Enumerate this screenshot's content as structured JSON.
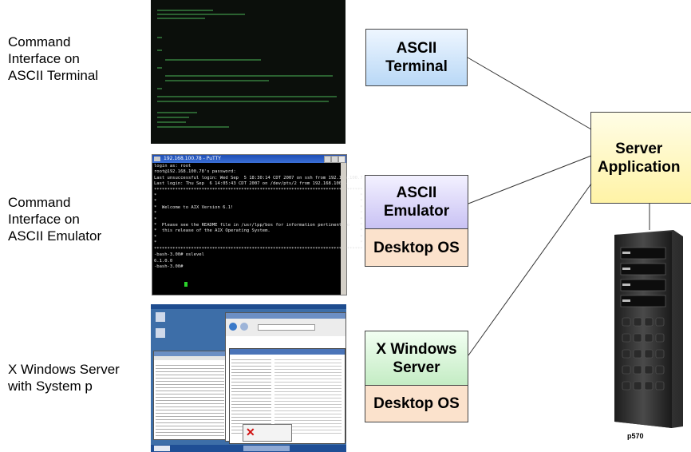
{
  "labels": {
    "ascii_terminal_caption": "Command\nInterface on\nASCII Terminal",
    "ascii_emulator_caption": "Command\nInterface on\nASCII Emulator",
    "xwindows_caption": "X Windows Server\nwith System p"
  },
  "boxes": {
    "ascii_terminal": "ASCII\nTerminal",
    "ascii_emulator": "ASCII\nEmulator",
    "desktop_os_1": "Desktop OS",
    "x_windows_server": "X Windows\nServer",
    "desktop_os_2": "Desktop OS",
    "server_application": "Server\nApplication"
  },
  "server": {
    "model": "p570"
  },
  "putty": {
    "title": "192.168.100.78 - PuTTY",
    "terminal_text": "login as: root\nroot@192.168.100.78's password:\nLast unsuccessful login: Wed Sep  5 18:30:14 CDT 2007 on ssh from 192.168.100.7\nLast login: Thu Sep  6 14:05:43 CDT 2007 on /dev/pts/2 from 192.168.100.4\n*******************************************************************************\n*                                                                             *\n*                                                                             *\n*  Welcome to AIX Version 6.1!                                                *\n*                                                                             *\n*                                                                             *\n*  Please see the README file in /usr/lpp/bos for information pertinent to    *\n*  this release of the AIX Operating System.                                  *\n*                                                                             *\n*                                                                             *\n*******************************************************************************\n-bash-3.00# oslevel\n6.1.0.0\n-bash-3.00# "
  },
  "colors": {
    "box_border": "#444444",
    "ascii_terminal_fill": "#b9d8f6",
    "ascii_emulator_fill": "#c9c2f4",
    "x_windows_fill": "#c4ecc4",
    "desktop_os_fill": "#fbe2cc",
    "server_app_fill": "#fff3a6"
  }
}
